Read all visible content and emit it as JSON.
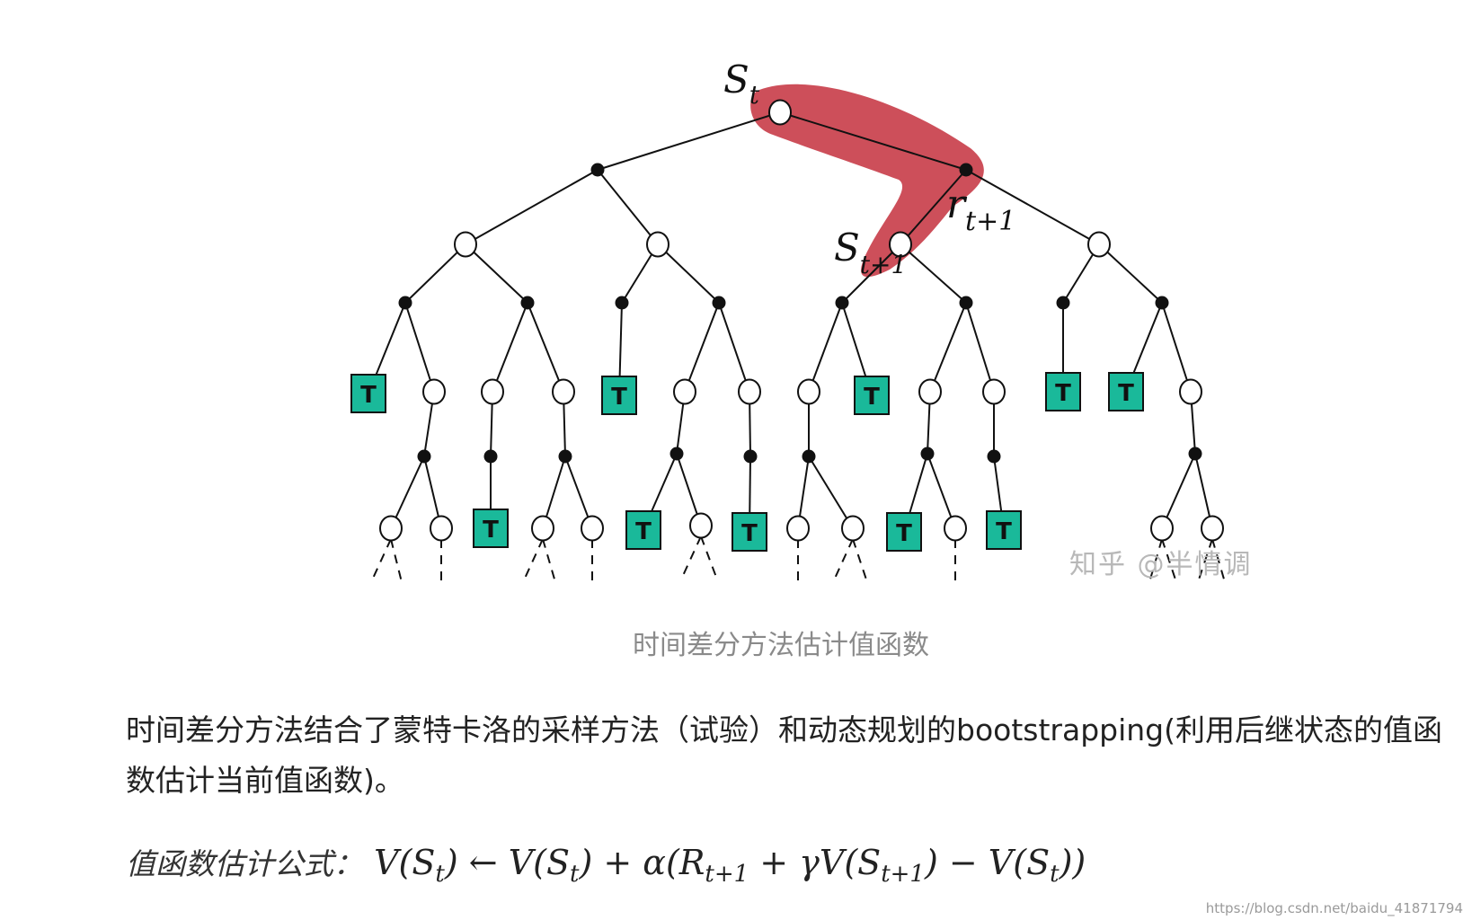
{
  "figure": {
    "label_st": "S",
    "label_st_sub": "t",
    "label_r": "r",
    "label_r_sub": "t+1",
    "label_st1": "S",
    "label_st1_sub": "t+1",
    "terminal_label": "T",
    "highlight_color": "#c9404c",
    "terminal_color": "#1ab99a"
  },
  "caption": "时间差分方法估计值函数",
  "watermark": "知乎 @半情调",
  "paragraph": "时间差分方法结合了蒙特卡洛的采样方法（试验）和动态规划的bootstrapping(利用后继状态的值函数估计当前值函数)。",
  "formula": {
    "label": "值函数估计公式：",
    "lhs": "V(S",
    "lhs_sub": "t",
    "lhs_close": ")",
    "arrow": "←",
    "r1": "V(S",
    "r1_sub": "t",
    "r1_close": ") + α(R",
    "r2_sub": "t+1",
    "r2": " + γV(S",
    "r3_sub": "t+1",
    "r3": ") − V(S",
    "r4_sub": "t",
    "r4": "))"
  },
  "source": "https://blog.csdn.net/baidu_41871794"
}
